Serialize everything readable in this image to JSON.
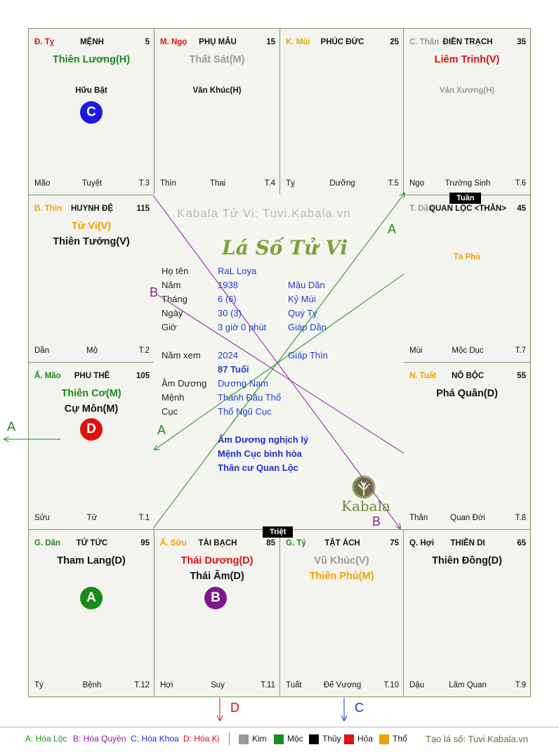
{
  "watermark": "Kabala Tử Vi: Tuvi.Kabala.vn",
  "title": "Lá Số Tử Vi",
  "kabala_brand": "Kabala",
  "palaces": [
    {
      "id": "ty-snake",
      "can": "Đ. Tỵ",
      "can_color": "#e01010",
      "palace": "MỆNH",
      "num": "5",
      "stars": [
        {
          "t": "Thiên Lương(H)",
          "c": "c-green"
        }
      ],
      "minor": "Hữu Bật",
      "minor_c": "c-black",
      "badge": {
        "t": "C",
        "bg": "#1a1ae0"
      },
      "foot": [
        "Mão",
        "Tuyệt",
        "T.3"
      ]
    },
    {
      "id": "ngo-horse",
      "can": "M. Ngọ",
      "can_color": "#e01010",
      "palace": "PHỤ MẪU",
      "num": "15",
      "stars": [
        {
          "t": "Thất Sát(M)",
          "c": "c-gray"
        }
      ],
      "minor": "Văn Khúc(H)",
      "minor_c": "c-black",
      "foot": [
        "Thìn",
        "Thai",
        "T.4"
      ]
    },
    {
      "id": "mui-goat",
      "can": "K. Mùi",
      "can_color": "#f0a000",
      "palace": "PHÚC ĐỨC",
      "num": "25",
      "stars": [],
      "minor": "",
      "foot": [
        "Tỵ",
        "Dưỡng",
        "T.5"
      ]
    },
    {
      "id": "than-monkey",
      "can": "C. Thân",
      "can_color": "#9a9a9a",
      "palace": "ĐIỀN TRẠCH",
      "num": "35",
      "stars": [
        {
          "t": "Liêm Trinh(V)",
          "c": "c-red"
        }
      ],
      "minor": "Văn Xương(H)",
      "minor_c": "c-gray",
      "foot": [
        "Ngọ",
        "Trường Sinh",
        "T.6"
      ]
    },
    {
      "id": "thin-dragon",
      "can": "B. Thìn",
      "can_color": "#f0a000",
      "palace": "HUYNH ĐỆ",
      "num": "115",
      "stars": [
        {
          "t": "Tử Vi(V)",
          "c": "c-orange"
        },
        {
          "t": "Thiên Tướng(V)",
          "c": "c-black"
        }
      ],
      "minor": "",
      "foot": [
        "Dần",
        "Mộ",
        "T.2"
      ]
    },
    {
      "id": "dau-rooster",
      "can": "T. Dậu",
      "can_color": "#9a9a9a",
      "palace": "QUAN LỘC <THÂN>",
      "num": "45",
      "stars": [],
      "minor": "Tả Phù",
      "minor_c": "c-orange",
      "foot": [
        "Mùi",
        "Mộc Dục",
        "T.7"
      ]
    },
    {
      "id": "mao-cat",
      "can": "Ấ. Mão",
      "can_color": "#1a8a1a",
      "palace": "PHU THÊ",
      "num": "105",
      "stars": [
        {
          "t": "Thiên Cơ(M)",
          "c": "c-green"
        },
        {
          "t": "Cự Môn(M)",
          "c": "c-black"
        }
      ],
      "minor": "",
      "badge": {
        "t": "D",
        "bg": "#e01010"
      },
      "foot": [
        "Sửu",
        "Tử",
        "T.1"
      ]
    },
    {
      "id": "tuat-dog",
      "can": "N. Tuất",
      "can_color": "#f0a000",
      "palace": "NÔ BỘC",
      "num": "55",
      "stars": [
        {
          "t": "Phá Quân(D)",
          "c": "c-black"
        }
      ],
      "minor": "",
      "foot": [
        "Thân",
        "Quan Đới",
        "T.8"
      ]
    },
    {
      "id": "dan-tiger",
      "can": "G. Dần",
      "can_color": "#1a8a1a",
      "palace": "TỬ TỨC",
      "num": "95",
      "stars": [
        {
          "t": "Tham Lang(D)",
          "c": "c-black"
        }
      ],
      "minor": "",
      "badge": {
        "t": "A",
        "bg": "#1a8a1a"
      },
      "foot": [
        "Tý",
        "Bệnh",
        "T.12"
      ]
    },
    {
      "id": "suu-ox",
      "can": "Ấ. Sửu",
      "can_color": "#f0a000",
      "palace": "TÀI BẠCH",
      "num": "85",
      "stars": [
        {
          "t": "Thái Dương(D)",
          "c": "c-red"
        },
        {
          "t": "Thái Âm(D)",
          "c": "c-black"
        }
      ],
      "minor": "",
      "badge": {
        "t": "B",
        "bg": "#7a1a8a"
      },
      "foot": [
        "Hợi",
        "Suy",
        "T.11"
      ]
    },
    {
      "id": "ty-rat",
      "can": "G. Tý",
      "can_color": "#1a8a1a",
      "palace": "TẬT ÁCH",
      "num": "75",
      "stars": [
        {
          "t": "Vũ Khúc(V)",
          "c": "c-gray"
        },
        {
          "t": "Thiên Phủ(M)",
          "c": "c-orange"
        }
      ],
      "minor": "",
      "foot": [
        "Tuất",
        "Đế Vượng",
        "T.10"
      ]
    },
    {
      "id": "hoi-pig",
      "can": "Q. Hợi",
      "can_color": "#111111",
      "palace": "THIÊN DI",
      "num": "65",
      "stars": [
        {
          "t": "Thiên Đồng(D)",
          "c": "c-black"
        }
      ],
      "minor": "",
      "foot": [
        "Dậu",
        "Lâm Quan",
        "T.9"
      ]
    }
  ],
  "tags": {
    "tuan": "Tuần",
    "triet": "Triệt"
  },
  "info": [
    {
      "label": "Họ tên",
      "v1": "RaL Loya",
      "v2": ""
    },
    {
      "label": "Năm",
      "v1": "1938",
      "v2": "Mậu Dần"
    },
    {
      "label": "Tháng",
      "v1": "6  (6)",
      "v2": "Kỷ Mùi"
    },
    {
      "label": "Ngày",
      "v1": "30  (3)",
      "v2": "Quý Tỵ"
    },
    {
      "label": "Giờ",
      "v1": "3 giờ 0 phút",
      "v2": "Giáp Dần"
    },
    {
      "label": "Năm xem",
      "v1": "2024",
      "v2": "Giáp Thìn"
    },
    {
      "label": "",
      "v1": "87 Tuổi",
      "v2": ""
    },
    {
      "label": "Âm Dương",
      "v1": "Dương Nam",
      "v2": ""
    },
    {
      "label": "Mệnh",
      "v1": "Thành Đầu Thổ",
      "v2": ""
    },
    {
      "label": "Cục",
      "v1": "Thổ Ngũ Cục",
      "v2": ""
    }
  ],
  "notes": [
    "Âm Dương nghịch lý",
    "Mệnh Cục bình hòa",
    "Thân cư Quan Lộc"
  ],
  "line_labels": {
    "a1": "A",
    "a2": "A",
    "a3": "A",
    "b1": "B",
    "b2": "B",
    "c": "C",
    "d": "D"
  },
  "legend": {
    "a": "A: Hóa Lộc",
    "b": "B: Hóa Quyền",
    "c": "C: Hóa Khoa",
    "d": "D: Hóa Kị",
    "elements": [
      {
        "name": "Kim",
        "color": "#999999"
      },
      {
        "name": "Mộc",
        "color": "#1a8a2a"
      },
      {
        "name": "Thủy",
        "color": "#000000"
      },
      {
        "name": "Hỏa",
        "color": "#e01010"
      },
      {
        "name": "Thổ",
        "color": "#f0a000"
      }
    ],
    "credit": "Tạo lá số: Tuvi.Kabala.vn"
  }
}
